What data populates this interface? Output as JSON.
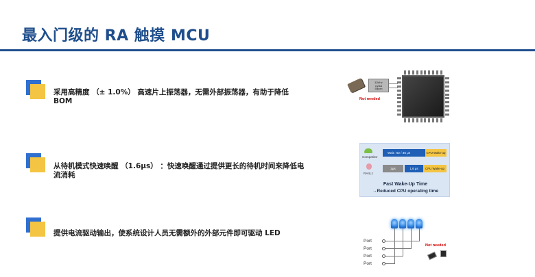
{
  "slide": {
    "title": "最入门级的 RA 触摸 MCU"
  },
  "bullets": [
    {
      "text_line1": "采用高精度 （± 1.0%） 高速片上振荡器，无需外部振荡器，有助于降低",
      "text_line2": "BOM"
    },
    {
      "text_line1": "从待机模式快速唤醒 （1.6μs） ：快速唤醒通过提供更长的待机时间来降低电",
      "text_line2": "流消耗"
    },
    {
      "text_line1": "提供电流驱动输出，使系统设计人员无需额外的外部元件即可驱动 LED",
      "text_line2": ""
    }
  ],
  "figure_oscillator": {
    "xo_line1": "32MHz",
    "xo_line2": "crystal",
    "xo_line3": "50ppm",
    "not_needed": "Not needed"
  },
  "figure_wakeup": {
    "competitor_label": "Competitor",
    "rail_label": "RA4L1",
    "bar1_label": "Wait : 62 / 35 μs",
    "cpu_wakeup_1": "CPU Wake-up",
    "bar2a_label": "2μs",
    "bar2b_label": "1.6 μs",
    "cpu_wakeup_2": "CPU Wake-up",
    "caption_line1": "Fast Wake-Up Time",
    "caption_line2": "→Reduced CPU operating time"
  },
  "figure_led": {
    "ports": [
      "Port",
      "Port",
      "Port",
      "Port"
    ],
    "not_needed": "Not needed"
  },
  "colors": {
    "title": "#1f4e8c",
    "bullet_blue": "#2f6fd0",
    "bullet_yellow": "#f4c542",
    "not_needed_red": "#d10000"
  }
}
